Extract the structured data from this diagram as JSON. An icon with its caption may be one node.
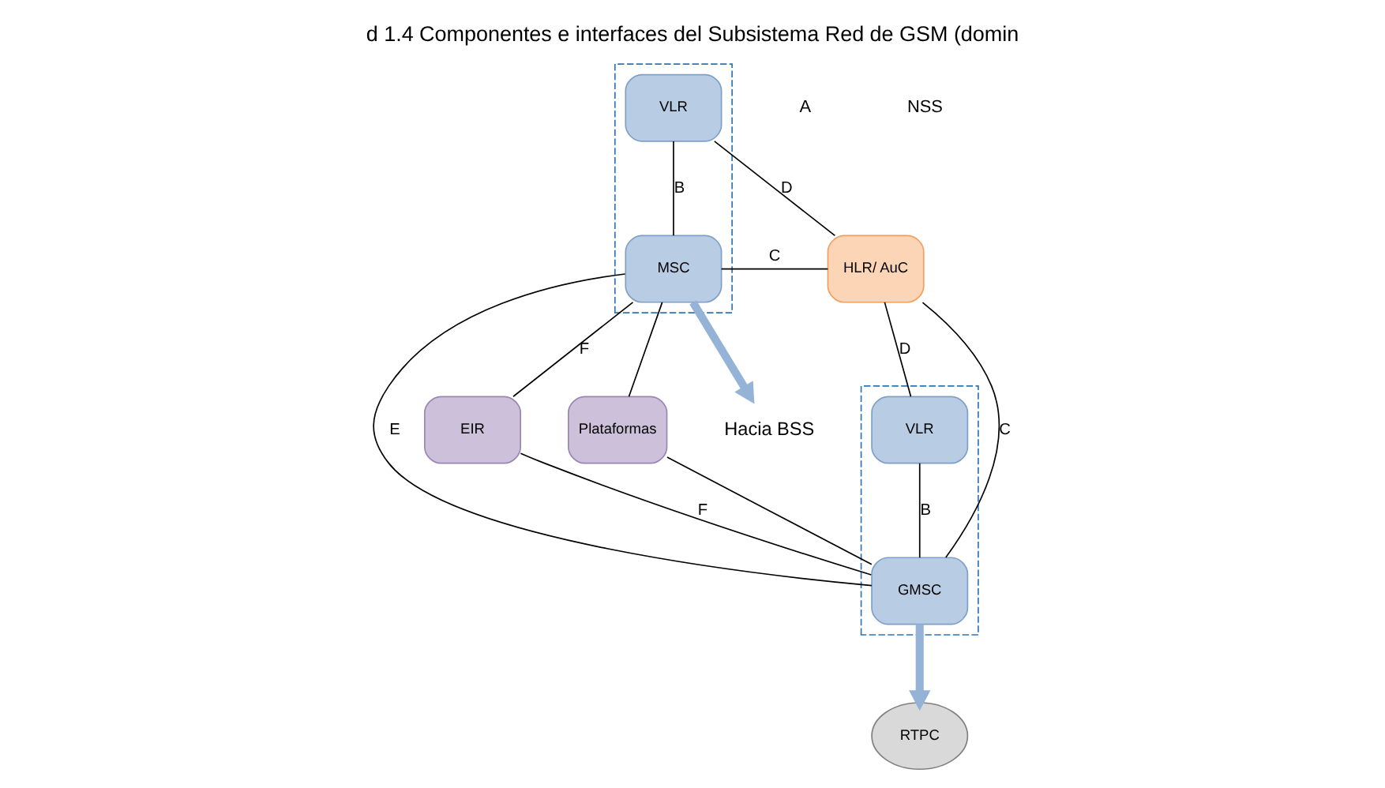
{
  "diagram": {
    "title": "d 1.4 Componentes e interfaces del Subsistema Red de GSM (domin",
    "nodes": [
      {
        "text": [],
        "shape": "box"
      },
      {
        "text": [],
        "shape": "box"
      },
      {
        "text": [
          "VLR"
        ],
        "in": 0
      },
      {
        "text": [
          "HLR/ AuC"
        ]
      },
      {
        "text": [
          "VLR"
        ],
        "in": 1
      },
      {
        "text": [
          "MSC"
        ],
        "in": 0
      },
      {
        "text": [
          "GMSC"
        ],
        "in": 1
      },
      {
        "text": [
          "RTPC"
        ]
      },
      {
        "text": [
          "EIR"
        ]
      },
      {
        "text": [
          "Plataformas"
        ]
      },
      {
        "text": [
          "Hacia BSS"
        ]
      }
    ],
    "edges": [
      {
        "from": 2,
        "to": 3,
        "arrow": "none",
        "label": "D"
      },
      {
        "from": 3,
        "to": 4,
        "arrow": "none",
        "label": "D"
      },
      {
        "from": 2,
        "to": 5,
        "arrow": "none",
        "label": "B"
      },
      {
        "from": 3,
        "to": 5,
        "arrow": "none",
        "label": "C"
      },
      {
        "from": 3,
        "to": 6,
        "arrow": "none",
        "label": "C"
      },
      {
        "from": 4,
        "to": 6,
        "arrow": "none",
        "label": "B"
      },
      {
        "from": 5,
        "to": 6,
        "arrow": "none",
        "label": "E"
      },
      {
        "from": 5,
        "to": 8,
        "arrow": "none",
        "label": "F"
      },
      {
        "from": 8,
        "to": 6,
        "arrow": "none",
        "label": "F"
      },
      {
        "from": 5,
        "to": 9,
        "arrow": "none"
      },
      {
        "from": 9,
        "to": 6,
        "arrow": "none"
      },
      {
        "from": 5,
        "to": 10,
        "arrow": "to",
        "style": "thick",
        "color": "#95b3d7"
      },
      {
        "from": 6,
        "to": 7,
        "arrow": "to",
        "style": "thick",
        "color": "#95b3d7"
      }
    ],
    "labels": [
      "A",
      "NSS"
    ]
  }
}
